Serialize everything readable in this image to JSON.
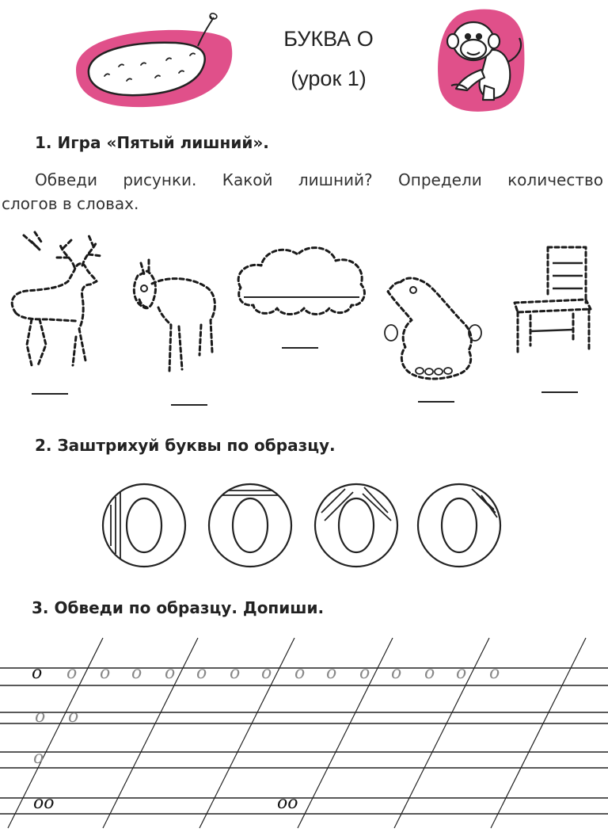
{
  "header": {
    "title_line1": "БУКВА О",
    "title_line2": "(урок 1)",
    "left_picture_icon": "cucumber-icon",
    "right_picture_icon": "monkey-icon",
    "badge_color": "#e0508a"
  },
  "task1": {
    "heading": "1. Игра «Пятый лишний».",
    "instruction_line1": "Обведи рисунки. Какой лишний? Определи количество",
    "instruction_line2": "слогов в словах.",
    "pictures": [
      "deer-icon",
      "horse-icon",
      "cloud-icon",
      "mole-icon",
      "chair-icon"
    ]
  },
  "task2": {
    "heading": "2. Заштрихуй буквы по образцу.",
    "letters": [
      "O",
      "O",
      "O",
      "O"
    ]
  },
  "task3": {
    "heading": "3. Обведи по образцу. Допиши.",
    "row1": [
      "о",
      "о",
      "о",
      "о",
      "о",
      "о",
      "о",
      "о",
      "о",
      "о",
      "о",
      "о",
      "о",
      "о",
      "о"
    ],
    "row2": [
      "о",
      "о"
    ],
    "row3": [
      "о"
    ],
    "row4_left": "оо",
    "row4_right": "оо"
  }
}
